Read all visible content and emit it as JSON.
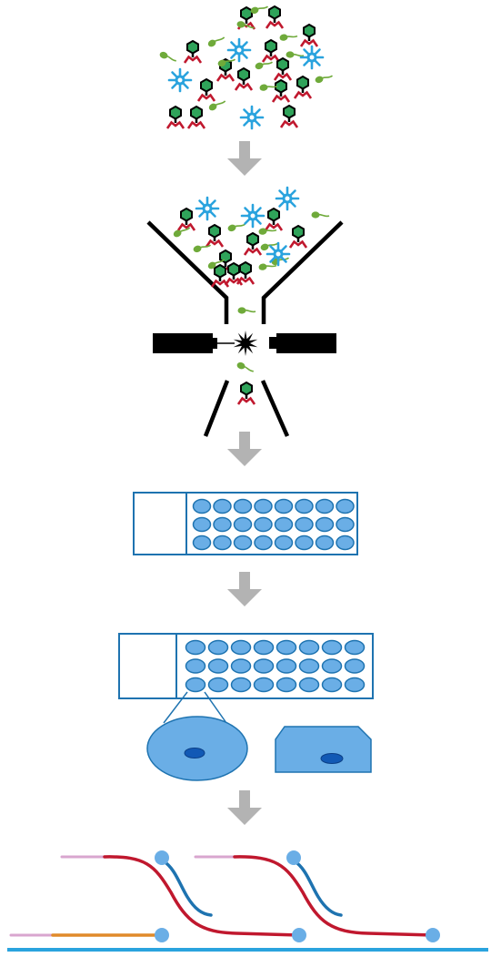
{
  "colors": {
    "arrow": "#b3b3b3",
    "outline": "#1e73b0",
    "well_fill": "#6aaee6",
    "well_stroke": "#1e73b0",
    "cell_fill": "#6aaee6",
    "nucleus": "#1259b5",
    "black": "#000000",
    "phage_head": "#2fa35a",
    "phage_body": "#000000",
    "phage_legs": "#c0182e",
    "sperm_head": "#6faa3a",
    "star_cell": "#2aa3de",
    "strand_red": "#c0182e",
    "strand_blue": "#1e73b0",
    "strand_pink": "#d9a6cf",
    "strand_orange": "#e08a2a",
    "bead": "#6aaee6",
    "baseline": "#2aa3de"
  },
  "icons": [
    "gray-down-arrow-icon",
    "sorting-funnel-icon",
    "laser-icon",
    "explosion-star-icon",
    "phage-icon",
    "sperm-cell-icon",
    "star-cell-icon",
    "well-plate-icon",
    "cell-icon",
    "dna-strand-icon",
    "bead-icon"
  ],
  "stages": [
    "cell-mixture",
    "cell-sorting",
    "well-plate",
    "single-cell-isolation",
    "sequencing-library"
  ],
  "well_plate_1": {
    "rows": 3,
    "columns": 8
  },
  "well_plate_2": {
    "rows": 3,
    "columns": 8
  }
}
